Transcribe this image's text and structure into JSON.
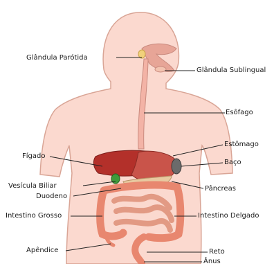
{
  "labels": {
    "parotid": "Glândula Parótida",
    "sublingual": "Glândula Sublingual",
    "esophagus": "Esôfago",
    "stomach": "Estômago",
    "liver": "Fígado",
    "spleen": "Baço",
    "gallbladder": "Vesícula Biliar",
    "duodenum": "Duodeno",
    "pancreas": "Pâncreas",
    "large_intestine": "Intestino Grosso",
    "small_intestine": "Intestino Delgado",
    "appendix": "Apêndice",
    "rectum": "Reto",
    "anus": "Ânus"
  },
  "colors": {
    "skin": "#fbd9cf",
    "outline": "#c98a7e",
    "liver": "#b3302a",
    "stomach": "#c9544a",
    "spleen": "#6b6b6b",
    "gallbladder": "#3f9a3a",
    "pancreas": "#e8c9a0",
    "intestine": "#e8876f",
    "esophagus": "#f3b3a6"
  }
}
